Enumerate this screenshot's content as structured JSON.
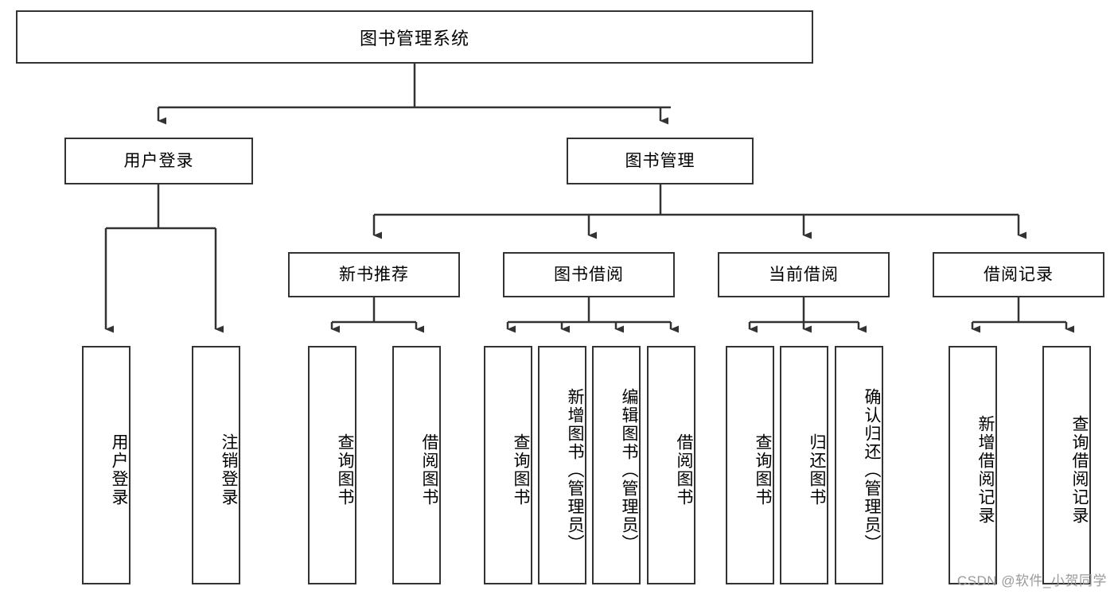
{
  "diagram": {
    "title": "图书管理系统",
    "watermark": "CSDN @软件_小贺同学",
    "colors": {
      "box_border": "#333333",
      "box_fill": "#ffffff",
      "connector": "#333333",
      "text": "#000000",
      "watermark": "#9a9a9a"
    },
    "root": {
      "label": "图书管理系统"
    },
    "level2": [
      {
        "label": "用户登录"
      },
      {
        "label": "图书管理"
      }
    ],
    "level3": [
      {
        "label": "新书推荐"
      },
      {
        "label": "图书借阅"
      },
      {
        "label": "当前借阅"
      },
      {
        "label": "借阅记录"
      }
    ],
    "leaves": {
      "user_login": [
        {
          "label": "用户登录"
        },
        {
          "label": "注销登录"
        }
      ],
      "new_book": [
        {
          "label": "查询图书"
        },
        {
          "label": "借阅图书"
        }
      ],
      "book_borrow": [
        {
          "label": "查询图书"
        },
        {
          "label": "新增图书（管理员）"
        },
        {
          "label": "编辑图书（管理员）"
        },
        {
          "label": "借阅图书"
        }
      ],
      "current_borrow": [
        {
          "label": "查询图书"
        },
        {
          "label": "归还图书"
        },
        {
          "label": "确认归还（管理员）"
        }
      ],
      "borrow_record": [
        {
          "label": "新增借阅记录"
        },
        {
          "label": "查询借阅记录"
        }
      ]
    }
  }
}
